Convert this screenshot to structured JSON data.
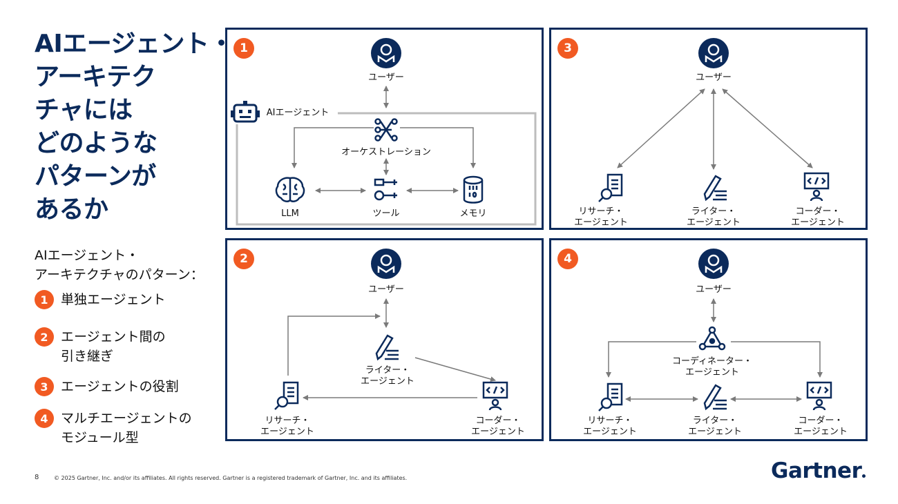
{
  "title": {
    "lines": [
      "AIエージェント・",
      "アーキテク",
      "チャには",
      "どのような",
      "パターンが",
      "あるか"
    ]
  },
  "subhead": {
    "line1": "AIエージェント・",
    "line2": "アーキテクチャのパターン："
  },
  "patterns": [
    {
      "num": "1",
      "line1": "単独エージェント",
      "line2": ""
    },
    {
      "num": "2",
      "line1": "エージェント間の",
      "line2": "引き継ぎ"
    },
    {
      "num": "3",
      "line1": "エージェントの役割",
      "line2": ""
    },
    {
      "num": "4",
      "line1": "マルチエージェントの",
      "line2": "モジュール型"
    }
  ],
  "panels": {
    "p1": {
      "num": "1",
      "user": "ユーザー",
      "agent": "AIエージェント",
      "orch": "オーケストレーション",
      "llm": "LLM",
      "tool": "ツール",
      "memory": "メモリ"
    },
    "p2": {
      "num": "2",
      "user": "ユーザー",
      "writer1": "ライター・",
      "writer2": "エージェント",
      "research1": "リサーチ・",
      "research2": "エージェント",
      "coder1": "コーダー・",
      "coder2": "エージェント"
    },
    "p3": {
      "num": "3",
      "user": "ユーザー",
      "research1": "リサーチ・",
      "research2": "エージェント",
      "writer1": "ライター・",
      "writer2": "エージェント",
      "coder1": "コーダー・",
      "coder2": "エージェント"
    },
    "p4": {
      "num": "4",
      "user": "ユーザー",
      "coord1": "コーディネーター・",
      "coord2": "エージェント",
      "research1": "リサーチ・",
      "research2": "エージェント",
      "writer1": "ライター・",
      "writer2": "エージェント",
      "coder1": "コーダー・",
      "coder2": "エージェント"
    }
  },
  "footer": {
    "page": "8",
    "copyright": "© 2025 Gartner, Inc. and/or its affiliates. All rights reserved. Gartner is a registered trademark of Gartner, Inc. and its affiliates.",
    "logo": "Gartner"
  },
  "colors": {
    "navy": "#0b2a5b",
    "orange": "#f15a22",
    "arrow": "#7a7a7a"
  }
}
